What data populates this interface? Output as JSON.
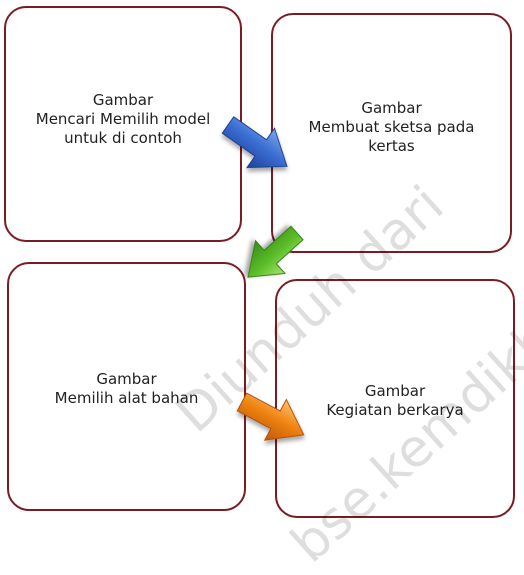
{
  "boxes": [
    {
      "lines": [
        "Gambar",
        "Mencari Memilih model",
        "untuk di contoh"
      ]
    },
    {
      "lines": [
        "Gambar",
        "Membuat sketsa pada",
        "kertas"
      ]
    },
    {
      "lines": [
        "Gambar",
        "Memilih alat bahan"
      ]
    },
    {
      "lines": [
        "Gambar",
        "Kegiatan berkarya"
      ]
    }
  ],
  "arrows": [
    {
      "color": "#2e5fc4",
      "from": "box-1",
      "to": "box-2"
    },
    {
      "color": "#5cbf2a",
      "from": "box-2",
      "to": "box-3"
    },
    {
      "color": "#f07d0e",
      "from": "box-3",
      "to": "box-4"
    }
  ],
  "watermark": {
    "line1": "Diunduh dari",
    "line2": "bse.kemdikbud.go.id"
  }
}
